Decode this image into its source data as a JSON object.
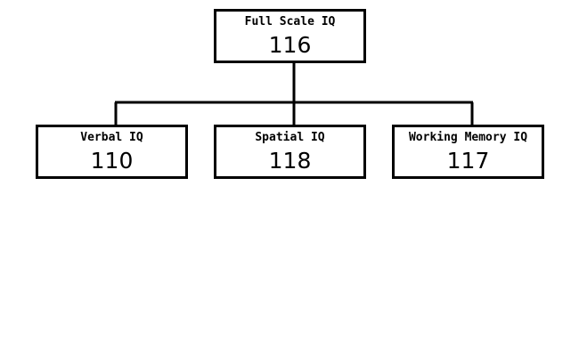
{
  "diagram": {
    "root": {
      "label": "Full Scale IQ",
      "score": "116"
    },
    "children": [
      {
        "label": "Verbal IQ",
        "score": "110"
      },
      {
        "label": "Spatial IQ",
        "score": "118"
      },
      {
        "label": "Working Memory IQ",
        "score": "117"
      }
    ]
  },
  "colors": {
    "stroke": "#000000",
    "background": "#ffffff"
  }
}
